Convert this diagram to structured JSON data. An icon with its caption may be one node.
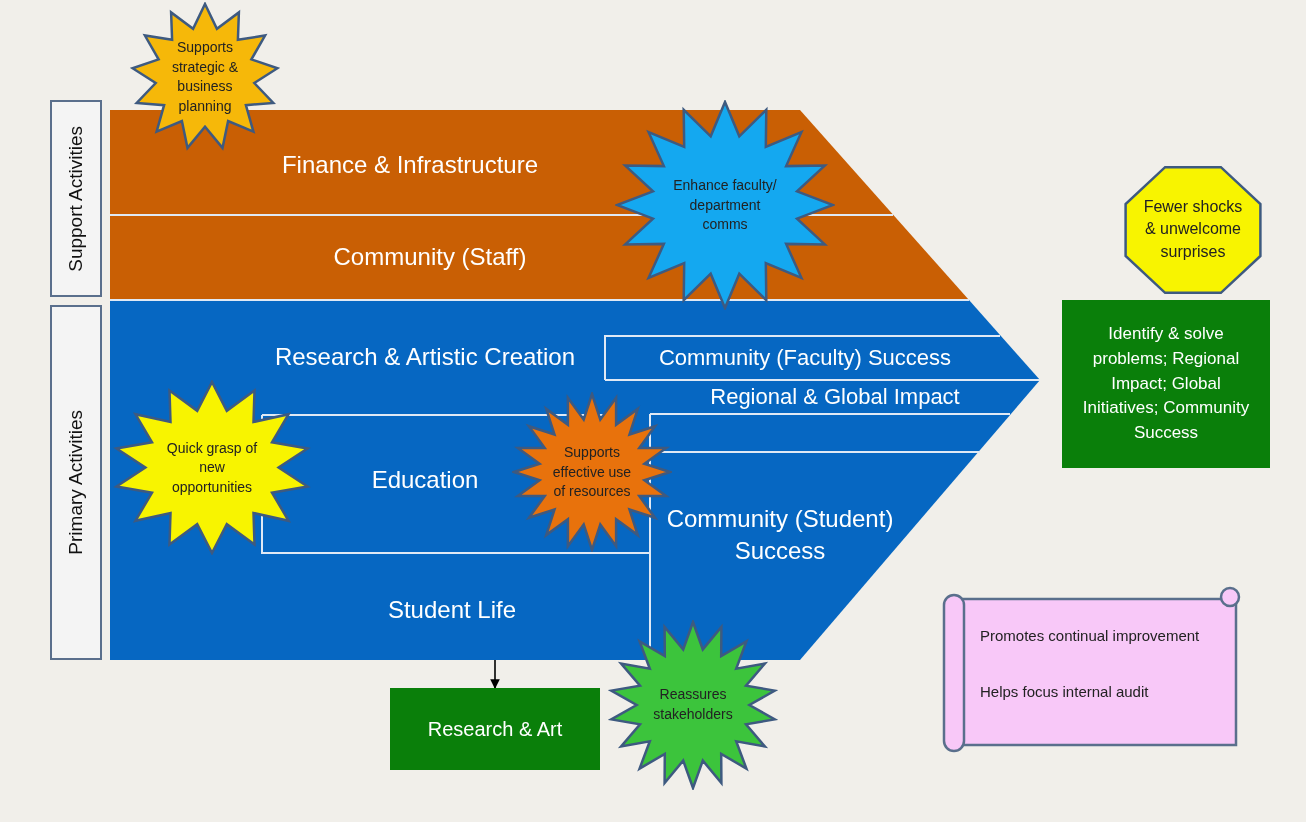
{
  "diagram": {
    "nodes": [
      {
        "text": [
          "Support Activities"
        ]
      },
      {
        "text": [
          "Primary Activities"
        ]
      },
      {
        "text": [
          "Finance & Infrastructure"
        ]
      },
      {
        "text": [
          "Community (Staff)"
        ]
      },
      {
        "text": [
          "Research & Artistic Creation"
        ]
      },
      {
        "text": [
          "Community (Faculty) Success"
        ]
      },
      {
        "text": [
          "Regional & Global Impact"
        ]
      },
      {
        "text": [
          "Education"
        ]
      },
      {
        "text": [
          "Community (Student) Success"
        ]
      },
      {
        "text": [
          "Student Life"
        ]
      },
      {
        "text": [
          "Identify & solve problems; Regional Impact; Global Initiatives; Community Success"
        ]
      },
      {
        "text": [
          "Research & Art"
        ]
      },
      {
        "text": [
          "Supports strategic & business planning"
        ]
      },
      {
        "text": [
          "Enhance faculty/ department comms"
        ]
      },
      {
        "text": [
          "Quick grasp of new opportunities"
        ]
      },
      {
        "text": [
          "Supports effective use of resources"
        ]
      },
      {
        "text": [
          "Reassures stakeholders"
        ]
      },
      {
        "text": [
          "Fewer shocks & unwelcome surprises"
        ]
      },
      {
        "text": [
          "Promotes continual improvement",
          "Helps focus internal audit"
        ]
      }
    ],
    "edges": [
      {
        "from": 9,
        "to": 11,
        "arrow": "to"
      }
    ]
  }
}
